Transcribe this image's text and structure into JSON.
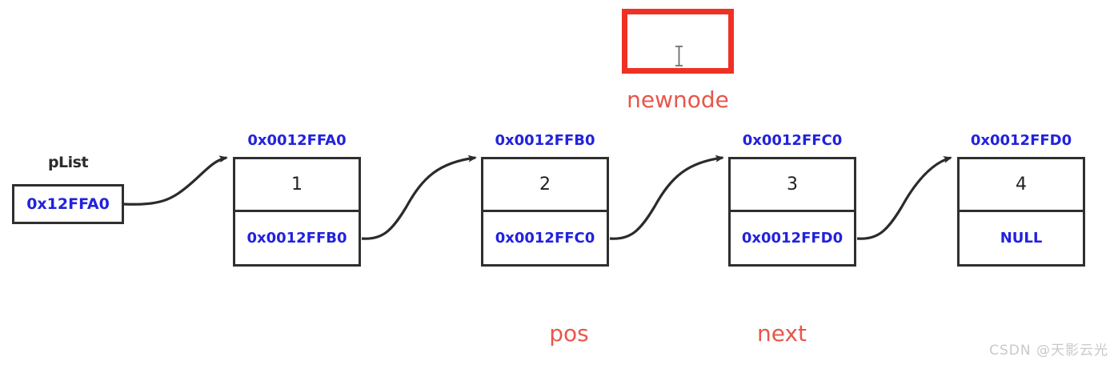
{
  "diagram": {
    "type": "singly-linked-list-insert",
    "pointer_variable": {
      "label": "pList",
      "value": "0x12FFA0"
    },
    "newnode": {
      "label": "newnode",
      "value": "",
      "border_color": "#ef3124",
      "label_color": "#e8564a"
    },
    "nodes": [
      {
        "address": "0x0012FFA0",
        "data": "1",
        "next": "0x0012FFB0"
      },
      {
        "address": "0x0012FFB0",
        "data": "2",
        "next": "0x0012FFC0"
      },
      {
        "address": "0x0012FFC0",
        "data": "3",
        "next": "0x0012FFD0"
      },
      {
        "address": "0x0012FFD0",
        "data": "4",
        "next": "NULL"
      }
    ],
    "annotations": [
      {
        "label": "pos",
        "target_node_index": 1
      },
      {
        "label": "next",
        "target_node_index": 2
      }
    ],
    "colors": {
      "address_text": "#2222dd",
      "node_border": "#2f2f2f",
      "arrow": "#2b2b2b",
      "accent_red": "#e8564a"
    }
  },
  "watermark": {
    "text": "CSDN @天影云光"
  }
}
